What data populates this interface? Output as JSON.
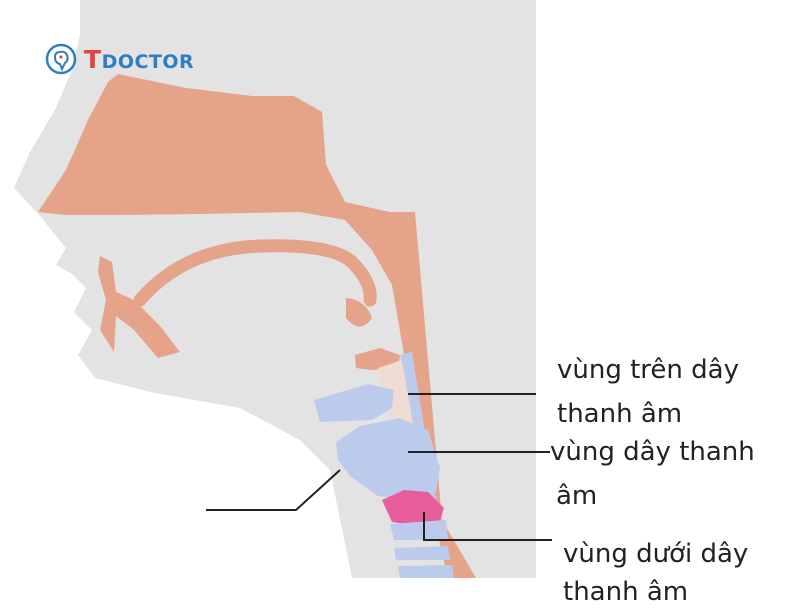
{
  "brand": {
    "initial": "T",
    "name": "DOCTOR",
    "icon": "brain-heart-icon"
  },
  "labels": {
    "supraglottic_line1": "vùng trên dây",
    "supraglottic_line2": "thanh âm",
    "glottic_line1": "vùng dây thanh",
    "glottic_line2": "âm",
    "subglottic_line1": "vùng dưới dây",
    "subglottic_line2": "thanh âm"
  },
  "colors": {
    "tissue": "#e5a38a",
    "head": "#e3e3e3",
    "cartilage": "#bccbec",
    "cartilage_light": "#f1dcd4",
    "vocal_cords": "#e85d9b",
    "brand_blue": "#2d7fc1",
    "brand_red": "#e0463f"
  }
}
